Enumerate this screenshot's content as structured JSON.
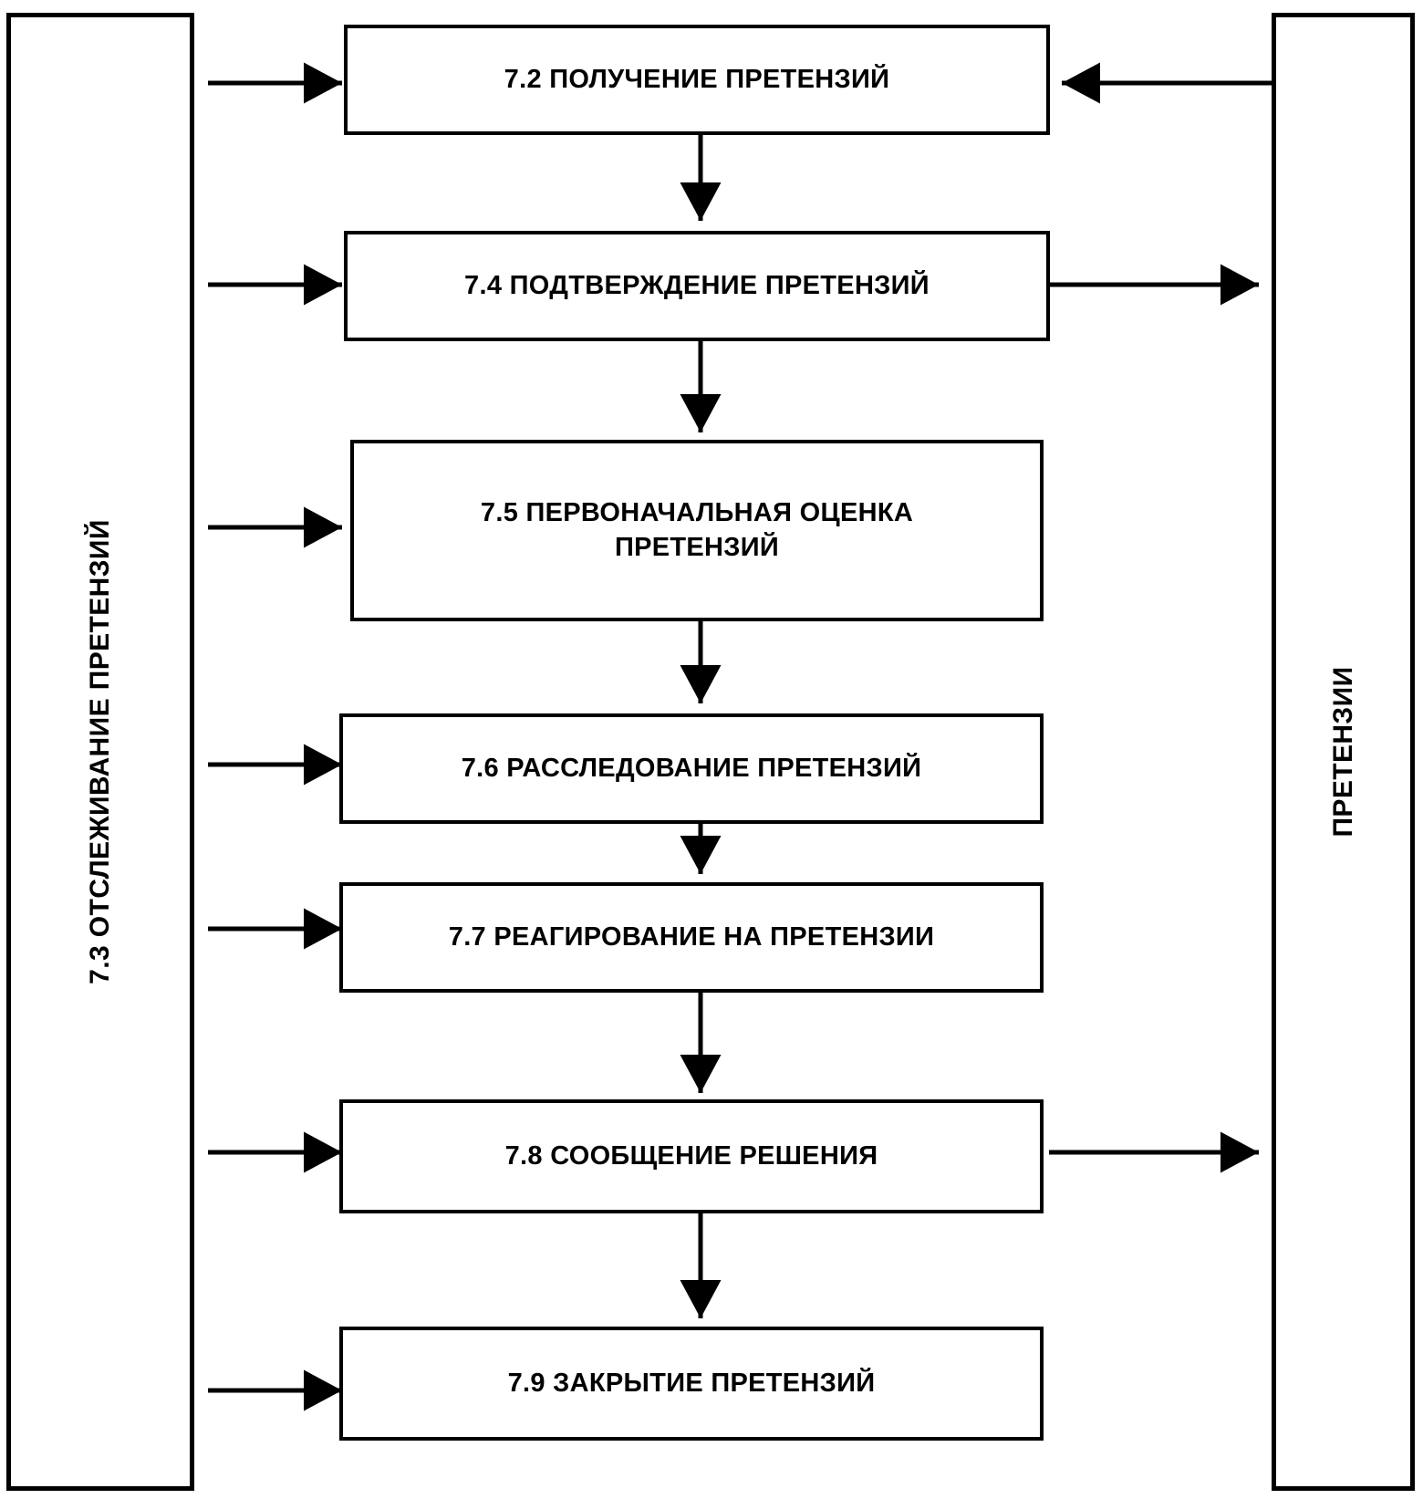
{
  "diagram": {
    "title": "7.3 ОТСЛЕЖИВАНИЕ ПРЕТЕНЗИЙ",
    "colors": {
      "stroke": "#000000",
      "fill": "#ffffff",
      "text": "#000000"
    },
    "left_container": {
      "name": "tracking-lane",
      "label": "7.3 ОТСЛЕЖИВАНИЕ ПРЕТЕНЗИЙ",
      "orientation": "vertical-rotated-ccw"
    },
    "right_container": {
      "name": "claims-lane",
      "label": "ПРЕТЕНЗИИ",
      "orientation": "vertical-rotated-ccw"
    },
    "steps": [
      {
        "id": "7.2",
        "label": "7.2 ПОЛУЧЕНИЕ ПРЕТЕНЗИЙ"
      },
      {
        "id": "7.4",
        "label": "7.4 ПОДТВЕРЖДЕНИЕ ПРЕТЕНЗИЙ"
      },
      {
        "id": "7.5",
        "label": "7.5 ПЕРВОНАЧАЛЬНАЯ ОЦЕНКА\nПРЕТЕНЗИЙ"
      },
      {
        "id": "7.6",
        "label": "7.6 РАССЛЕДОВАНИЕ ПРЕТЕНЗИЙ"
      },
      {
        "id": "7.7",
        "label": "7.7 РЕАГИРОВАНИЕ НА ПРЕТЕНЗИИ"
      },
      {
        "id": "7.8",
        "label": "7.8 СООБЩЕНИЕ РЕШЕНИЯ"
      },
      {
        "id": "7.9",
        "label": "7.9 ЗАКРЫТИЕ ПРЕТЕНЗИЙ"
      }
    ],
    "connections": {
      "to_left_lane": [
        "7.2",
        "7.4",
        "7.5",
        "7.6",
        "7.7",
        "7.8",
        "7.9"
      ],
      "to_right_lane": [
        "7.4",
        "7.8"
      ],
      "from_right_lane": [
        "7.2"
      ],
      "sequential_down": [
        "7.2->7.4",
        "7.4->7.5",
        "7.5->7.6",
        "7.6->7.7",
        "7.7->7.8",
        "7.8->7.9"
      ]
    }
  }
}
